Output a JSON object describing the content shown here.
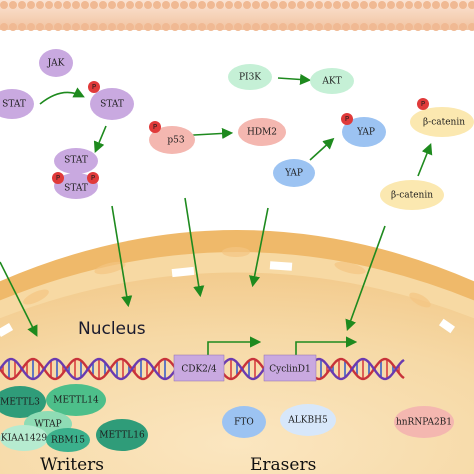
{
  "labels": {
    "nucleus": "Nucleus",
    "writers": "Writers",
    "erasers": "Erasers",
    "phospho": "P"
  },
  "proteins": {
    "jak": "JAK",
    "stat_left": "STAT",
    "stat_p": "STAT",
    "stat_dimer_top": "STAT",
    "stat_dimer_bottom": "STAT",
    "p53": "p53",
    "hdm2": "HDM2",
    "pi3k": "PI3K",
    "akt": "AKT",
    "yap_p": "YAP",
    "yap": "YAP",
    "beta_catenin_p": "β-catenin",
    "beta_catenin": "β-catenin"
  },
  "genes": {
    "cdk": "CDK2/4",
    "cyclin": "CyclinD1"
  },
  "writers": [
    "METTL3",
    "METTL14",
    "WTAP",
    "KIAA1429",
    "RBM15",
    "METTL16"
  ],
  "erasers": [
    "FTO",
    "ALKBH5"
  ],
  "readers": [
    "hnRNPA2B1"
  ],
  "colors": {
    "arrow": "#1e8a1e",
    "membrane": "#f3c9a8",
    "nucleus_fill": "#f4c983",
    "stat_purple": "#c9a9e0",
    "pink": "#f4b7b0",
    "mint": "#c5f0d6",
    "blue": "#9cc3f2",
    "yellow": "#fbe8b0",
    "writer_green": "#2f9c79",
    "phospho_red": "#e03a3a"
  }
}
